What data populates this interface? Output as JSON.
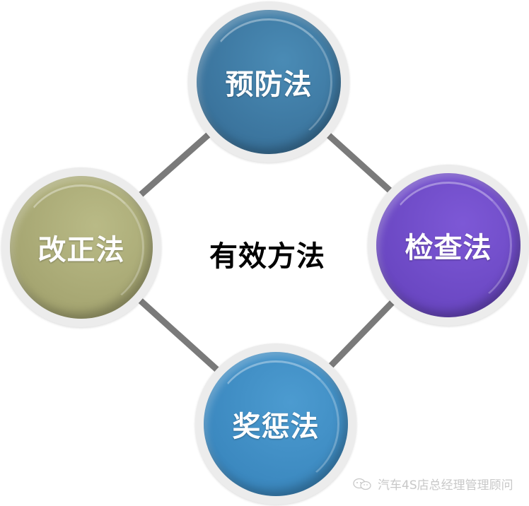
{
  "diagram": {
    "center_label": "有效方法",
    "nodes": [
      {
        "id": "top",
        "label": "预防法",
        "color": "#3f7ea8"
      },
      {
        "id": "right",
        "label": "检查法",
        "color": "#6f4cc6"
      },
      {
        "id": "bottom",
        "label": "奖惩法",
        "color": "#3e8cc4"
      },
      {
        "id": "left",
        "label": "改正法",
        "color": "#a7a873"
      }
    ],
    "connector_color": "#7a7a7a"
  },
  "watermark": {
    "text": "汽车4S店总经理管理顾问",
    "icon": "wechat-icon"
  }
}
